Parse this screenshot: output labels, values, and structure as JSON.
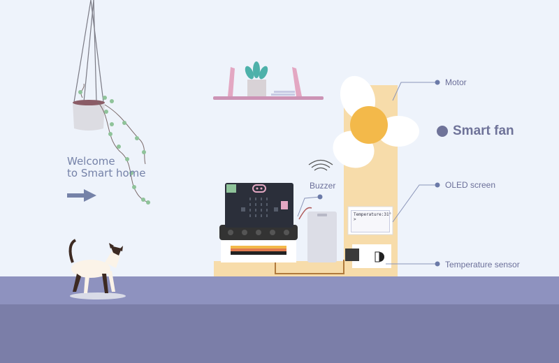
{
  "welcome": {
    "line1": "Welcome",
    "line2": "to Smart home"
  },
  "title": "Smart fan",
  "labels": {
    "buzzer": "Buzzer",
    "motor": "Motor",
    "oled": "OLED screen",
    "temp_sensor": "Temperature sensor"
  },
  "oled_text": {
    "line1": "Temperature:31°",
    "line2": ">"
  },
  "colors": {
    "background": "#eef3fb",
    "floor_top": "#8e92bf",
    "floor_bottom": "#7b7ea8",
    "accent": "#f3b94a",
    "stand": "#f7dcaa",
    "label_text": "#6b6f99"
  },
  "icons": [
    "arrow-right-icon",
    "sound-wave-icon",
    "plant-icon",
    "cat-illustration",
    "microbit-board",
    "fan-blades"
  ]
}
